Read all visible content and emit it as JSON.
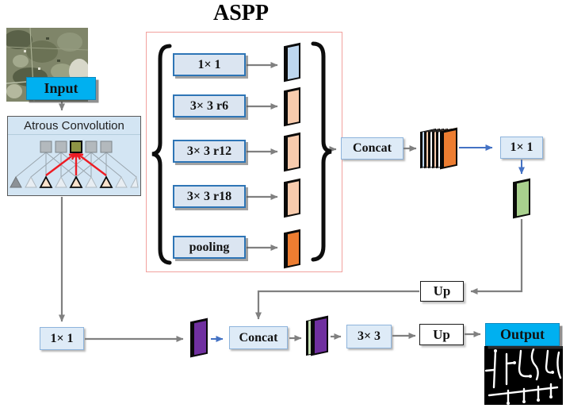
{
  "title": "ASPP",
  "nodes": {
    "input_label": "Input",
    "atrous_label": "Atrous Convolution",
    "aspp_branches": [
      "1× 1",
      "3× 3 r6",
      "3× 3 r12",
      "3× 3 r18",
      "pooling"
    ],
    "concat1": "Concat",
    "conv1x1_right": "1× 1",
    "up1": "Up",
    "conv1x1_left": "1× 1",
    "concat2": "Concat",
    "conv3x3": "3× 3",
    "up2": "Up",
    "output_label": "Output"
  },
  "colors": {
    "io_fill": "#00b0f0",
    "branch_box_fill": "#dbe5f1",
    "branch_box_border": "#2e75b6",
    "light_box_fill": "#deebf7",
    "light_box_border": "#8eb4dc",
    "atrous_fill": "#d3e5f3",
    "atrous_border": "#595959",
    "red_frame": "#f2a19e",
    "arrow_gray": "#808080",
    "arrow_blue": "#4472c4",
    "arrow_red": "#ed1c24",
    "brace_black": "#0d0d0d",
    "white": "#ffffff",
    "map_blue": "#bdd6ee",
    "map_peach": "#f8cbad",
    "map_orange": "#ed7d31",
    "map_green": "#a9d18e",
    "map_purple": "#7030a0",
    "map_lightgreen": "#c5e0b4"
  }
}
